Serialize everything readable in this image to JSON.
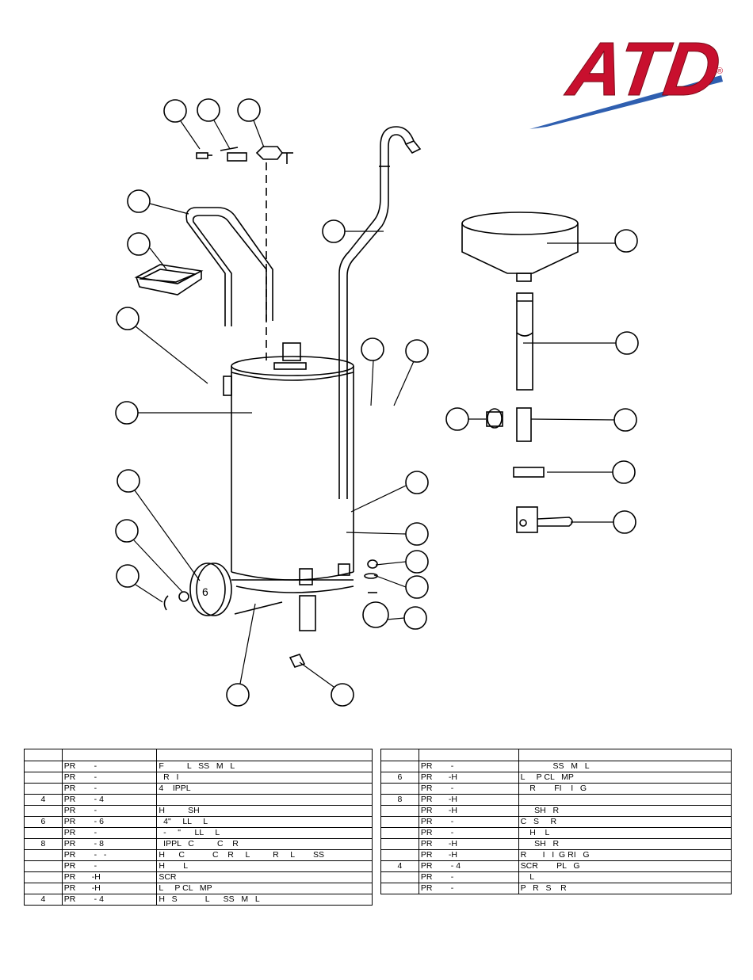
{
  "brand": {
    "logo_text": "ATD",
    "registered_mark": "®",
    "red": "#c8102e",
    "blue": "#2f5fb0"
  },
  "callouts": [
    "",
    "",
    "",
    "",
    "",
    "",
    "",
    "",
    "",
    "",
    "",
    "",
    "",
    "",
    "",
    "",
    "",
    "",
    "",
    "",
    "",
    "",
    "",
    "",
    "",
    "",
    ""
  ],
  "diagram_labels": {
    "handle_letter": "6"
  },
  "table_left": {
    "header": [
      "",
      "",
      ""
    ],
    "rows": [
      {
        "no": "",
        "part": "PR        -",
        "desc": "F          L   SS   M   L"
      },
      {
        "no": "",
        "part": "PR        -",
        "desc": "  R   I"
      },
      {
        "no": "",
        "part": "PR        -",
        "desc": "4    IPPL"
      },
      {
        "no": "4",
        "part": "PR        - 4",
        "desc": ""
      },
      {
        "no": "",
        "part": "PR        -",
        "desc": "H          SH"
      },
      {
        "no": "6",
        "part": "PR        - 6",
        "desc": "  4\"     LL     L"
      },
      {
        "no": "",
        "part": "PR        -",
        "desc": "  -     \"      LL     L"
      },
      {
        "no": "8",
        "part": "PR        - 8",
        "desc": "  IPPL   C          C    R"
      },
      {
        "no": "",
        "part": "PR        -   -",
        "desc": "H      C            C    R     L          R     L        SS"
      },
      {
        "no": "",
        "part": "PR        -",
        "desc": "H        L"
      },
      {
        "no": "",
        "part": "PR       -H",
        "desc": "SCR"
      },
      {
        "no": "",
        "part": "PR       -H",
        "desc": "L     P CL   MP"
      },
      {
        "no": "4",
        "part": "PR        - 4",
        "desc": "H   S            L      SS   M   L"
      }
    ]
  },
  "table_right": {
    "header": [
      "",
      "",
      ""
    ],
    "rows": [
      {
        "no": "",
        "part": "PR        -",
        "desc": "              SS   M   L"
      },
      {
        "no": "6",
        "part": "PR       -H",
        "desc": "L     P CL   MP"
      },
      {
        "no": "",
        "part": "PR        -",
        "desc": "    R        FI    I   G"
      },
      {
        "no": "8",
        "part": "PR       -H",
        "desc": ""
      },
      {
        "no": "",
        "part": "PR       -H",
        "desc": "      SH   R"
      },
      {
        "no": "",
        "part": "PR        -",
        "desc": "C   S     R"
      },
      {
        "no": "",
        "part": "PR        -",
        "desc": "    H    L"
      },
      {
        "no": "",
        "part": "PR       -H",
        "desc": "      SH   R"
      },
      {
        "no": "",
        "part": "PR       -H",
        "desc": "R       I   I  G RI   G"
      },
      {
        "no": "4",
        "part": "PR        - 4",
        "desc": "SCR        PL   G"
      },
      {
        "no": "",
        "part": "PR        -",
        "desc": "    L"
      },
      {
        "no": "",
        "part": "PR        -",
        "desc": "P   R   S    R"
      }
    ]
  }
}
